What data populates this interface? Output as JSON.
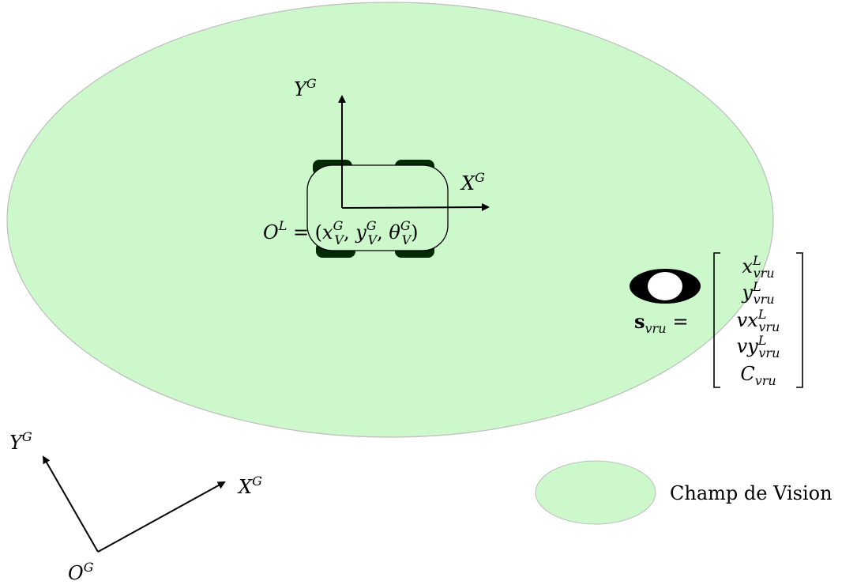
{
  "colors": {
    "field_fill": "#ccf8cc",
    "field_stroke": "#bdbdbd",
    "wheel": "#002b00",
    "stroke": "#000000",
    "background": "#ffffff"
  },
  "local_frame": {
    "x_main": "X",
    "x_sup": "G",
    "y_main": "Y",
    "y_sup": "G",
    "origin_main": "O",
    "origin_sup": "L",
    "eq": " = (",
    "x_var": "x",
    "x_sub": "V",
    "comma1": ", ",
    "y_var": "y",
    "y_sub": "V",
    "comma2": ", ",
    "theta_var": "θ",
    "theta_sup": "G",
    "theta_sub": "V",
    "close": ")"
  },
  "global_frame": {
    "x_main": "X",
    "x_sup": "G",
    "y_main": "Y",
    "y_sup": "G",
    "origin_main": "O",
    "origin_sup": "G"
  },
  "state_vector": {
    "lhs_bold": "s",
    "lhs_sub": "vru",
    "equals": "=",
    "rows": [
      {
        "main": "x",
        "sup": "L",
        "sub": "vru"
      },
      {
        "main": "y",
        "sup": "L",
        "sub": "vru"
      },
      {
        "main": "vx",
        "sup": "L",
        "sub": "vru"
      },
      {
        "main": "vy",
        "sup": "L",
        "sub": "vru"
      },
      {
        "main": "C",
        "sup": "",
        "sub": "vru"
      }
    ]
  },
  "legend": {
    "label": "Champ de Vision"
  }
}
